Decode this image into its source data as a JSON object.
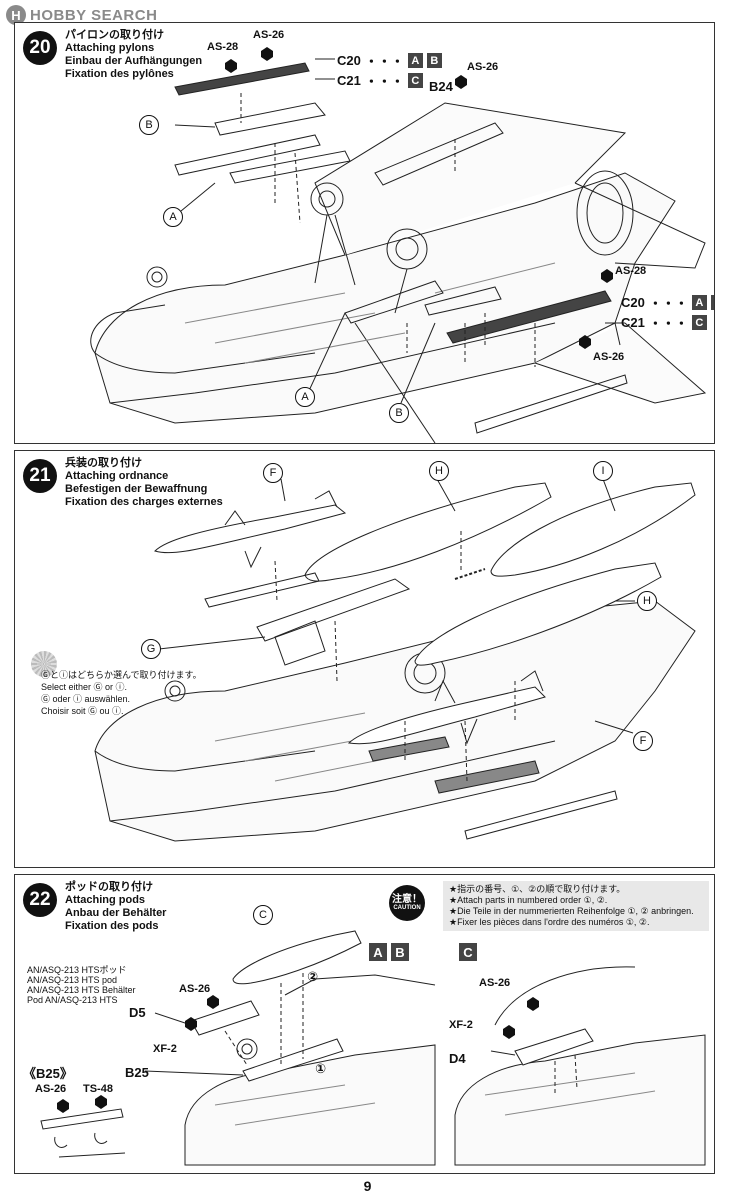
{
  "watermark": {
    "text": "HOBBY SEARCH",
    "logo": "H"
  },
  "steps": {
    "s20": {
      "number": "20",
      "title_jp": "パイロンの取り付け",
      "title_en": "Attaching pylons",
      "title_de": "Einbau der Aufhängungen",
      "title_fr": "Fixation des pylônes",
      "labels": {
        "as28_a": "AS-28",
        "as26_a": "AS-26",
        "c20_a": "C20",
        "c21_a": "C21",
        "as26_b": "AS-26",
        "b24": "B24",
        "as28_b": "AS-28",
        "c20_b": "C20",
        "c21_b": "C21",
        "as26_c": "AS-26",
        "callout_b1": "B",
        "callout_a1": "A",
        "callout_a2": "A",
        "callout_b2": "B",
        "dots": "・・・",
        "box_a": "A",
        "box_b": "B",
        "box_c": "C"
      }
    },
    "s21": {
      "number": "21",
      "title_jp": "兵装の取り付け",
      "title_en": "Attaching ordnance",
      "title_de": "Befestigen der Bewaffnung",
      "title_fr": "Fixation des charges externes",
      "labels": {
        "f1": "F",
        "h1": "H",
        "i1": "I",
        "g1": "G",
        "h2": "H",
        "f2": "F"
      },
      "note": {
        "jp": "Ⓖとⓘはどちらか選んで取り付けます。",
        "en": "Select either Ⓖ or ⓘ.",
        "de": "Ⓖ oder ⓘ auswählen.",
        "fr": "Choisir soit Ⓖ ou ⓘ."
      }
    },
    "s22": {
      "number": "22",
      "title_jp": "ポッドの取り付け",
      "title_en": "Attaching pods",
      "title_de": "Anbau der Behälter",
      "title_fr": "Fixation des pods",
      "pod_names": {
        "jp": "AN/ASQ-213 HTSポッド",
        "en": "AN/ASQ-213 HTS pod",
        "de": "AN/ASQ-213 HTS Behälter",
        "fr": "Pod AN/ASQ-213 HTS"
      },
      "caution": {
        "badge_jp": "注意！",
        "badge_en": "CAUTION",
        "lines": [
          "★指示の番号、①、②の順で取り付けます。",
          "★Attach parts in numbered order ①, ②.",
          "★Die Teile in der nummerierten Reihenfolge ①, ② anbringen.",
          "★Fixer les pièces dans l'ordre des numéros ①, ②."
        ]
      },
      "labels": {
        "c": "C",
        "n2": "②",
        "n1": "①",
        "as26_a": "AS-26",
        "d5": "D5",
        "xf2_a": "XF-2",
        "b25": "B25",
        "b25_detail": "《B25》",
        "as26_b": "AS-26",
        "ts48": "TS-48",
        "variant_a": "A",
        "variant_b": "B",
        "variant_c": "C",
        "as26_c": "AS-26",
        "xf2_b": "XF-2",
        "d4": "D4"
      }
    }
  },
  "page": {
    "number": "9"
  }
}
